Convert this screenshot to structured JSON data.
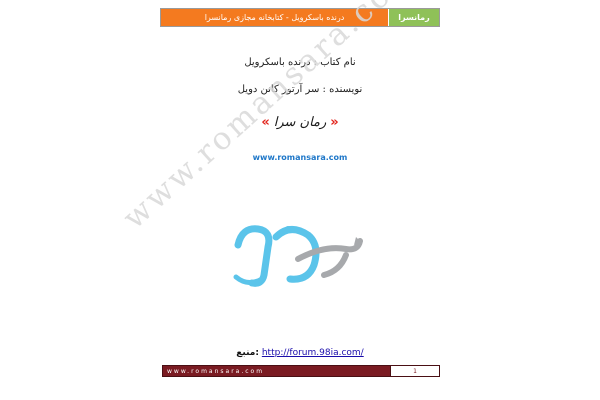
{
  "header": {
    "title": "درنده باسکرویل - کتابخانه مجازی رمانسرا",
    "brand": "رمانسرا"
  },
  "book": {
    "title_line": "نام کتاب : درنده باسکرویل",
    "author_line": "نویسنده : سر آرتور کانن دویل"
  },
  "logo": {
    "quote_open": "«",
    "text": "رمان سرا",
    "quote_close": "»",
    "accent_color": "#e2231a"
  },
  "site_url": "www.romansara.com",
  "watermark": "www.romansara.com",
  "source": {
    "label": "منبع:",
    "link": "http://forum.98ia.com/"
  },
  "footer": {
    "url": "www.romansara.com",
    "page_number": "1"
  },
  "colors": {
    "header_orange": "#f47a1f",
    "header_green": "#8fc158",
    "footer_maroon": "#7a1b22",
    "logo_blue": "#5bc4ea",
    "logo_gray": "#a7a9ac"
  }
}
